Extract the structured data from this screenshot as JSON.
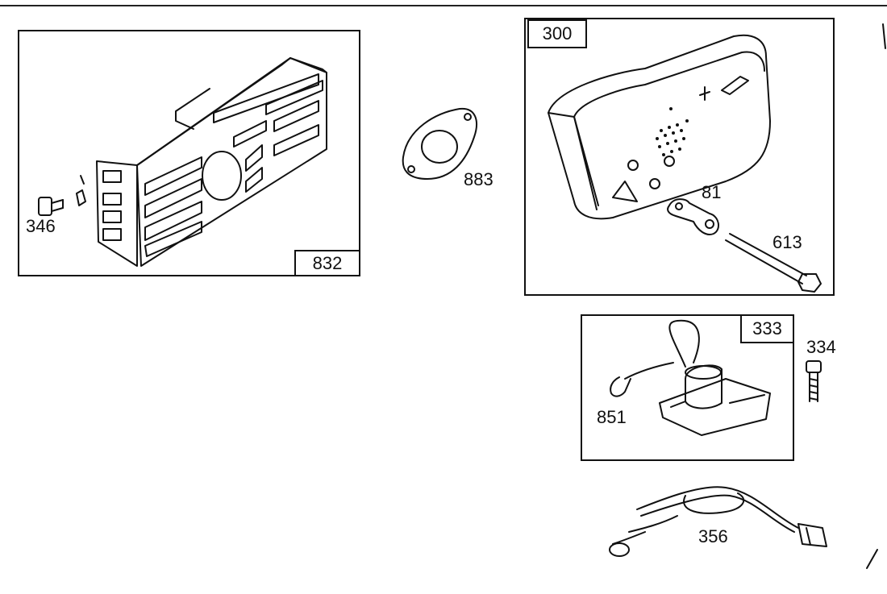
{
  "diagram": {
    "assemblies": {
      "muffler_guard": {
        "box_label": "832"
      },
      "muffler": {
        "box_label": "300"
      },
      "ignition_armature": {
        "box_label": "333"
      }
    },
    "parts": {
      "screw_346": "346",
      "gasket_883": "883",
      "lock_plate_81": "81",
      "bolt_613": "613",
      "screw_334": "334",
      "spark_plug_wire_851": "851",
      "ground_wire_356": "356"
    }
  }
}
